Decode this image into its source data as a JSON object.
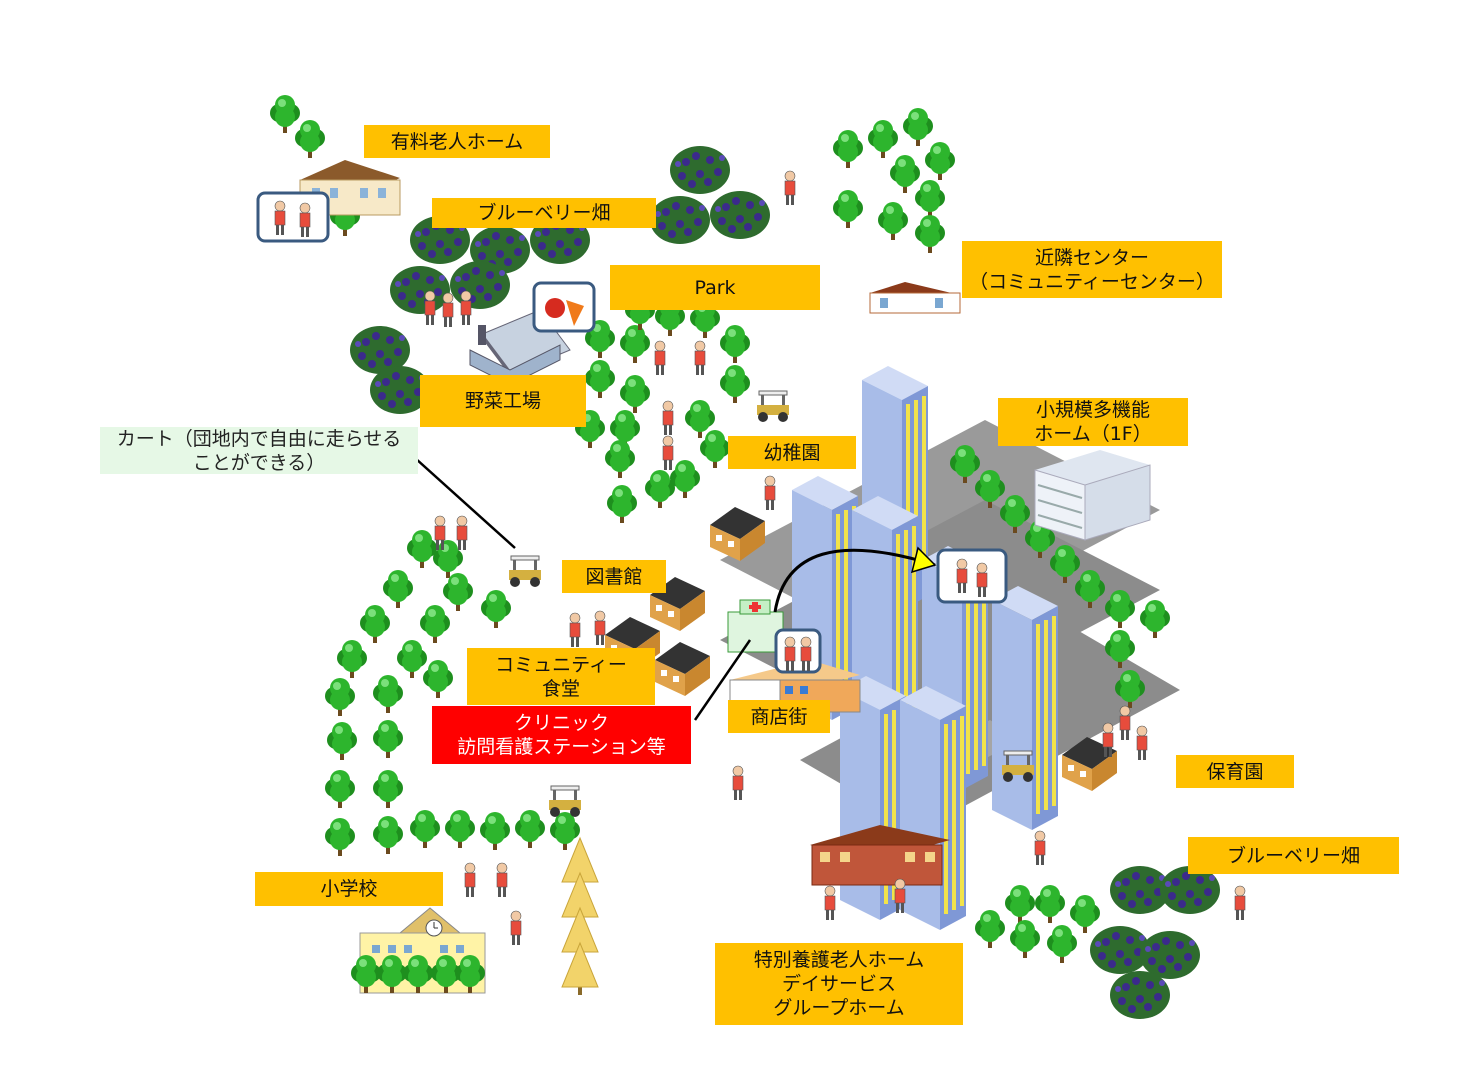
{
  "labels": {
    "paid_nursing_home": "有料老人ホーム",
    "blueberry_field_top": "ブルーベリー畑",
    "park": "Park",
    "neighborhood_center": "近隣センター\n（コミュニティーセンター）",
    "vegetable_factory": "野菜工場",
    "cart_note": "カート（団地内で自由に走らせる\nことができる）",
    "kindergarten": "幼稚園",
    "small_multifunction_home": "小規模多機能\nホーム（1F）",
    "library": "図書館",
    "community_dining": "コミュニティー\n食堂",
    "clinic": "クリニック\n訪問看護ステーション等",
    "shopping_street": "商店街",
    "nursery": "保育園",
    "blueberry_field_bottom": "ブルーベリー畑",
    "elementary_school": "小学校",
    "special_nursing_home": "特別養護老人ホーム\nデイサービス\nグループホーム"
  },
  "colors": {
    "label_bg": "#FFC000",
    "clinic_bg": "#FF0000",
    "cart_note_bg": "#E6F8E6",
    "tree_green": "#2DB52D",
    "building_blue": "#A8BCE8",
    "building_window": "#F2E34A",
    "road_gray": "#8C8C8C",
    "blueberry": "#3B2A8C"
  }
}
